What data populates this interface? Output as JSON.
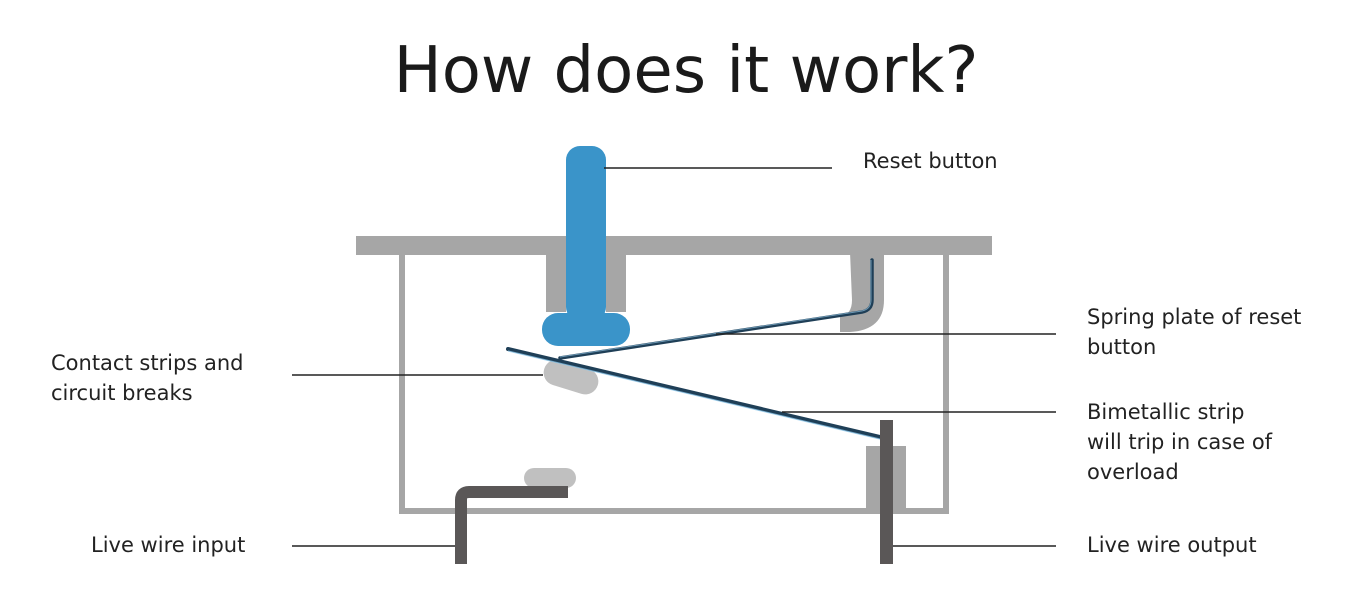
{
  "title": "How does it work?",
  "labels": {
    "reset_button": "Reset button",
    "spring_plate": "Spring plate of reset\nbutton",
    "contact_strips": "Contact strips and\ncircuit breaks",
    "bimetallic_strip": "Bimetallic strip\nwill trip in case of\noverload",
    "live_wire_input": "Live wire input",
    "live_wire_output": "Live wire output"
  },
  "colors": {
    "housing": "#a6a6a6",
    "reset_button": "#3a94c9",
    "contact": "#c0c0c0",
    "wire": "#5a5757",
    "strip": "#1f3f57",
    "leader": "#222222"
  }
}
